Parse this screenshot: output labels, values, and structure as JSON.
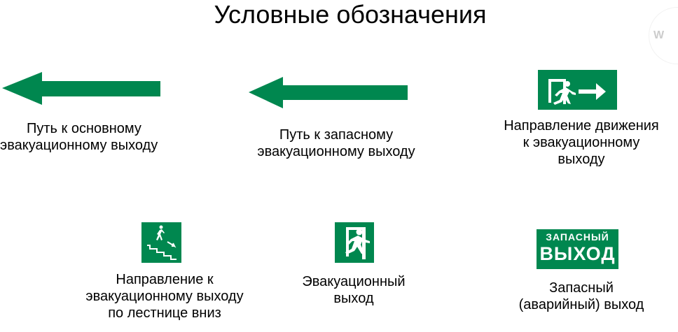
{
  "title": "Условные обозначения",
  "watermark": "W",
  "colors": {
    "green": "#00874f"
  },
  "items": [
    {
      "icon": "arrow-left-icon",
      "lines": [
        "Путь к основному",
        "эвакуационному выходу"
      ]
    },
    {
      "icon": "arrow-left-icon",
      "lines": [
        "Путь к запасному",
        "эвакуационному выходу"
      ]
    },
    {
      "icon": "exit-direction-sign-icon",
      "lines": [
        "Направление движения",
        "к эвакуационному",
        "выходу"
      ]
    },
    {
      "icon": "stairs-down-sign-icon",
      "lines": [
        "Направление к",
        "эвакуационному выходу",
        "по лестнице вниз"
      ]
    },
    {
      "icon": "exit-sign-icon",
      "lines": [
        "Эвакуационный",
        "выход"
      ]
    },
    {
      "icon": "emergency-exit-sign-icon",
      "sign_text": [
        "ЗАПАСНЫЙ",
        "ВЫХОД"
      ],
      "lines": [
        "Запасный",
        "(аварийный) выход"
      ]
    }
  ]
}
